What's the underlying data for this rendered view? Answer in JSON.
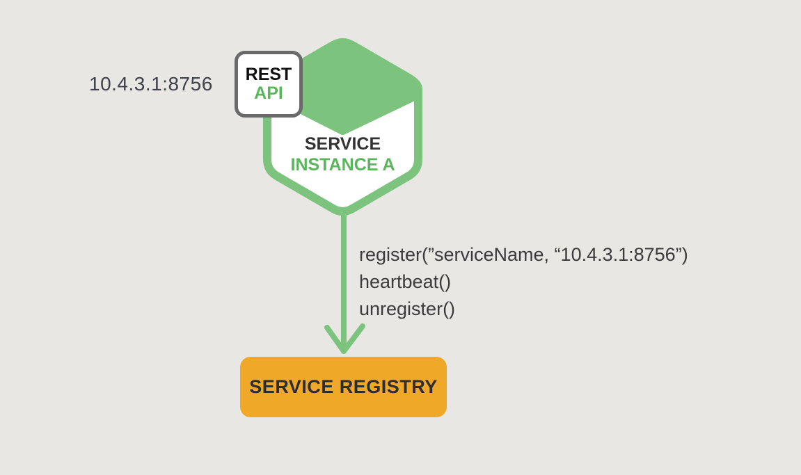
{
  "colors": {
    "green": "#7cc47e",
    "green_text": "#5bb55c",
    "orange": "#f0a829",
    "dark_text": "#3b3b3b",
    "badge_border": "#6a6a6a",
    "background": "#e9e7e4"
  },
  "service_instance": {
    "address": "10.4.3.1:8756",
    "api_badge": {
      "line1": "REST",
      "line2": "API"
    },
    "label_line1": "SERVICE",
    "label_line2": "INSTANCE A"
  },
  "arrow": {
    "calls": [
      "register(”serviceName, “10.4.3.1:8756”)",
      "heartbeat()",
      "unregister()"
    ]
  },
  "registry": {
    "label": "SERVICE REGISTRY"
  }
}
